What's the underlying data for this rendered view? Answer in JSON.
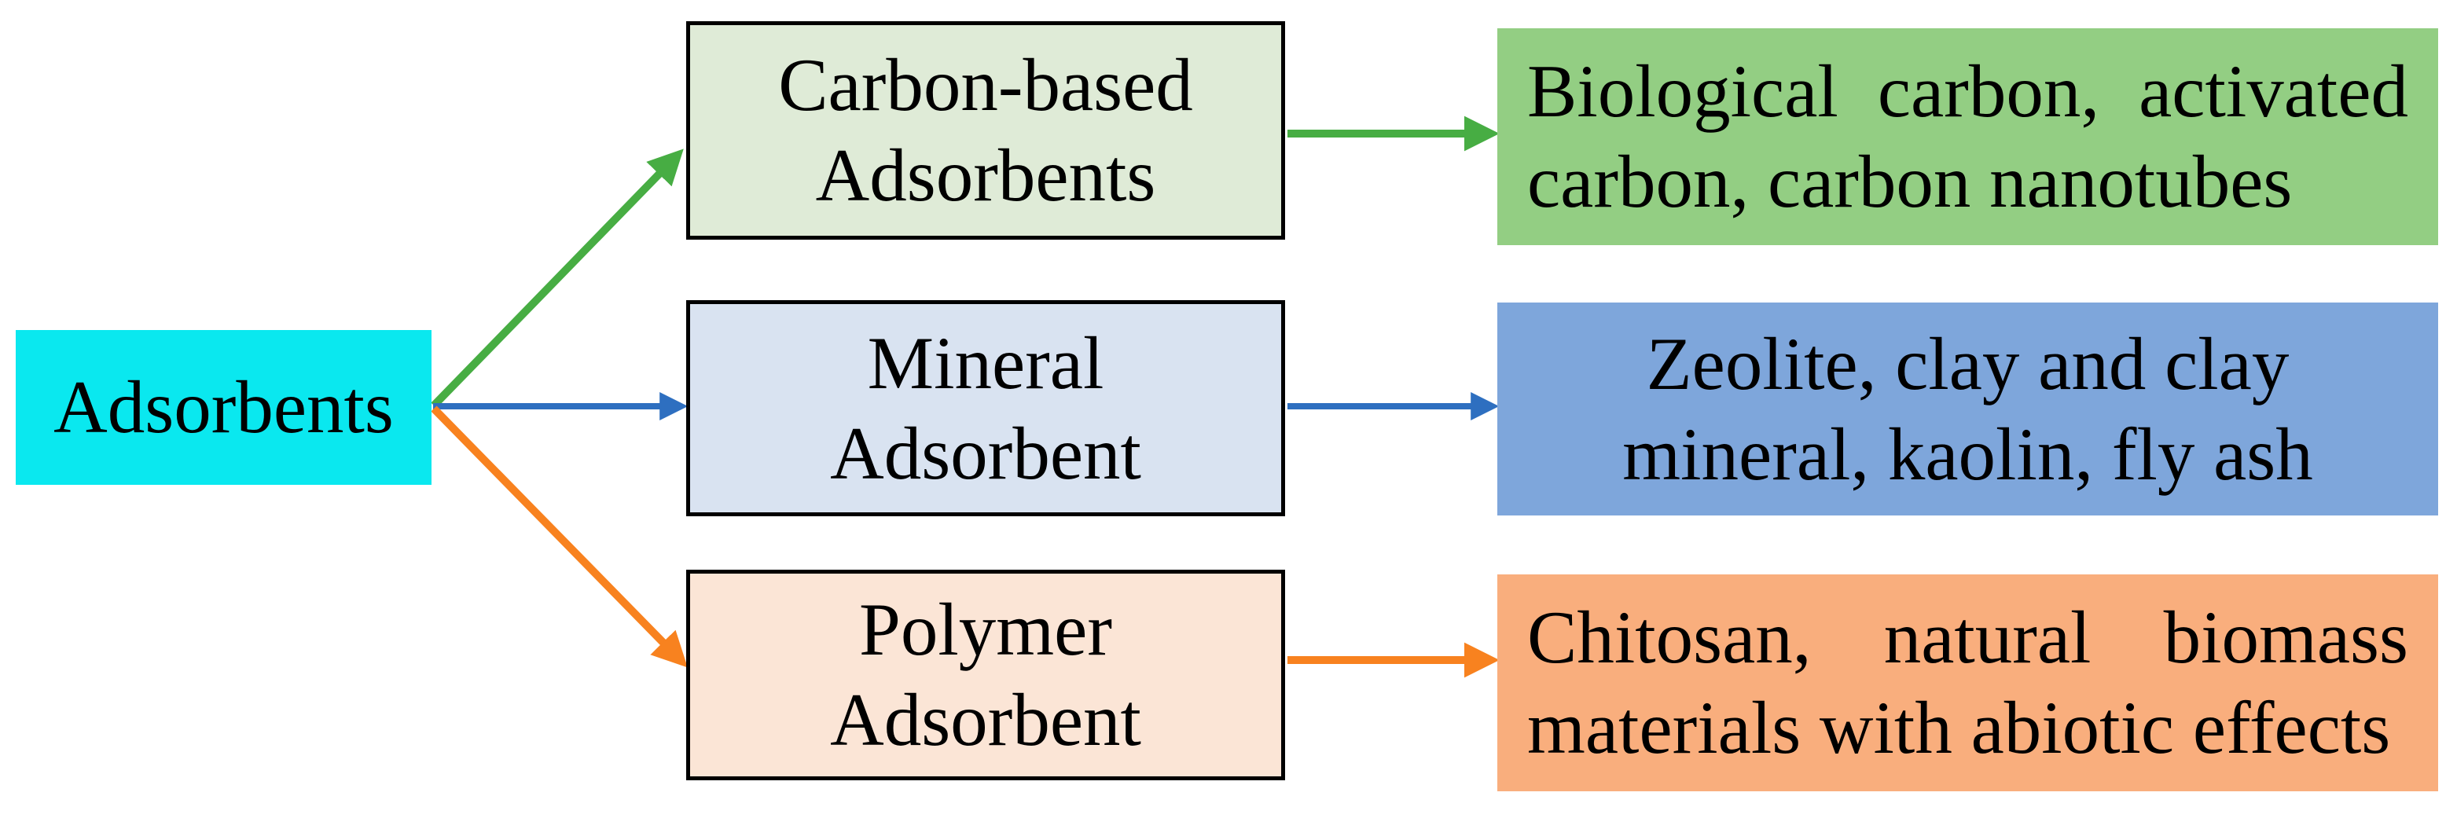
{
  "root": {
    "label": "Adsorbents"
  },
  "branches": [
    {
      "name": "carbon-based",
      "label_line1": "Carbon-based",
      "label_line2": "Adsorbents",
      "examples_line1": "Biological carbon, activated",
      "examples_line2": "carbon, carbon nanotubes"
    },
    {
      "name": "mineral",
      "label_line1": "Mineral",
      "label_line2": "Adsorbent",
      "examples_line1": "Zeolite, clay and clay",
      "examples_line2": "mineral, kaolin, fly ash"
    },
    {
      "name": "polymer",
      "label_line1": "Polymer",
      "label_line2": "Adsorbent",
      "examples_line1": "Chitosan, natural biomass",
      "examples_line2": "materials with abiotic effects"
    }
  ],
  "colors": {
    "background": "#ffffff",
    "text": "#000000",
    "border": "#000000",
    "root_box": "#0ae8ef",
    "carbon_box_light": "#dfebd7",
    "carbon_box": "#93ce83",
    "carbon_arrow": "#47ad43",
    "mineral_box_light": "#d9e3f1",
    "mineral_box": "#7ea6db",
    "mineral_arrow": "#2e6fc0",
    "polymer_box_light": "#fbe5d6",
    "polymer_box": "#f9ae7d",
    "polymer_arrow": "#f8821f"
  }
}
